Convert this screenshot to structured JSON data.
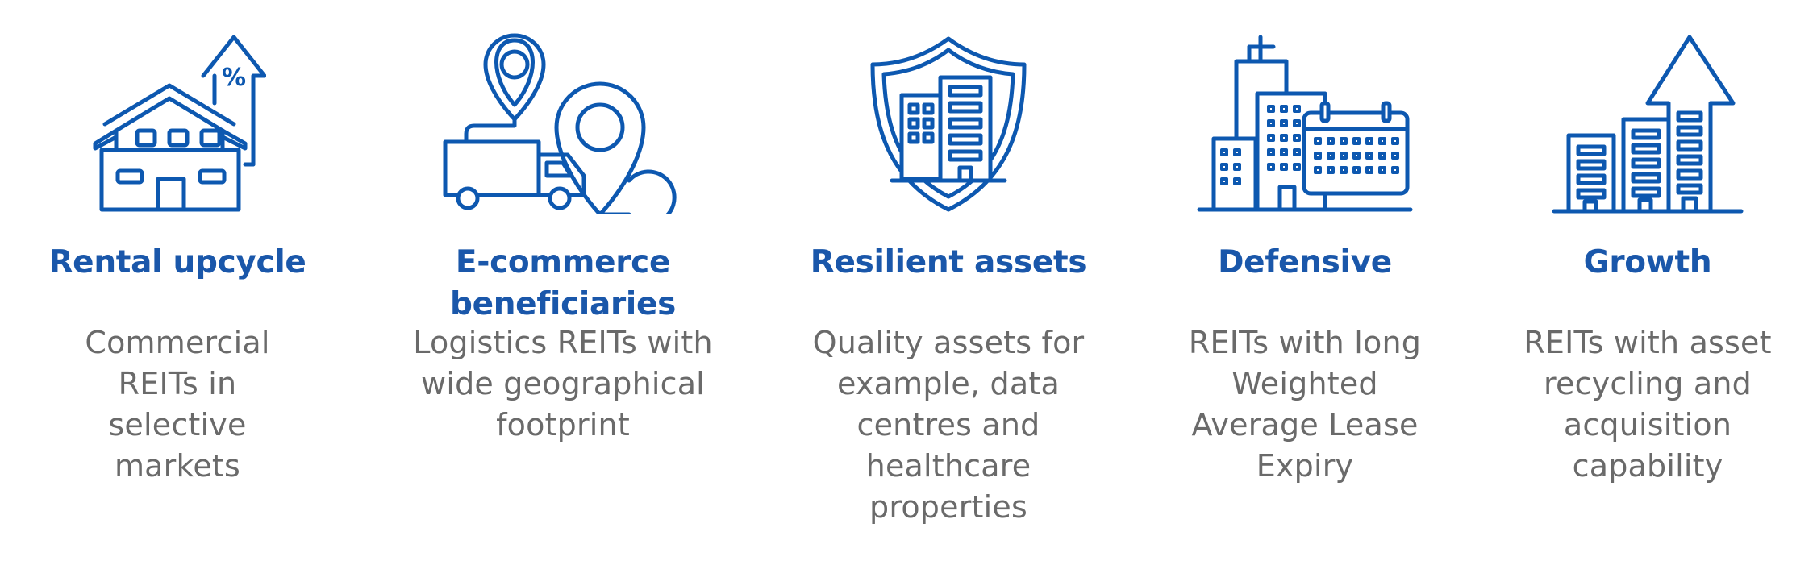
{
  "colors": {
    "icon": "#0d58b0",
    "title": "#1a57aa",
    "description": "#6a6a6a"
  },
  "cards": [
    {
      "icon": "house-percent-arrow-icon",
      "title": "Rental upcycle",
      "description": "Commercial REITs in selective markets"
    },
    {
      "icon": "delivery-truck-location-pin-icon",
      "title": "E-commerce beneficiaries",
      "description": "Logistics REITs with wide geographical footprint"
    },
    {
      "icon": "shield-buildings-icon",
      "title": "Resilient assets",
      "description": "Quality assets for example, data centres and healthcare properties"
    },
    {
      "icon": "buildings-calendar-icon",
      "title": "Defensive",
      "description": "REITs with long Weighted Average Lease Expiry"
    },
    {
      "icon": "buildings-growth-arrow-icon",
      "title": "Growth",
      "description": "REITs with asset recycling and acquisition capability"
    }
  ]
}
